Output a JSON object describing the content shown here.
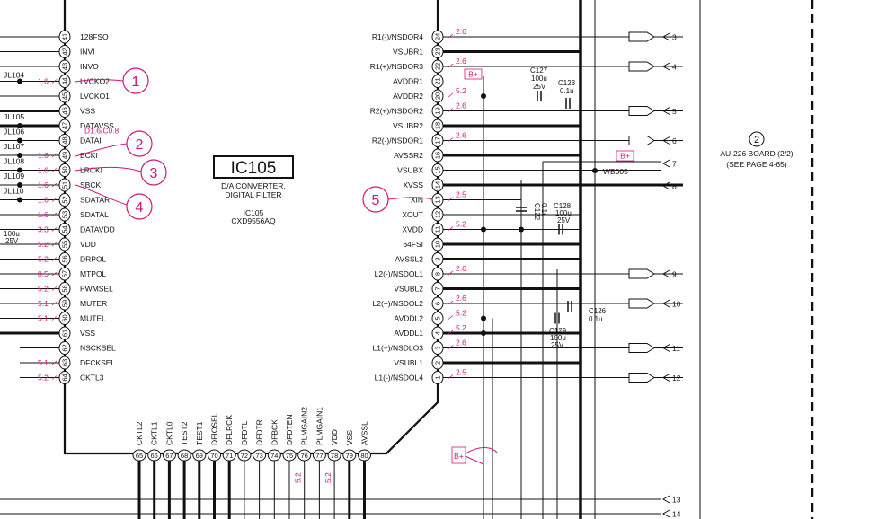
{
  "ic": {
    "ref": "IC105",
    "desc1": "D/A CONVERTER,",
    "desc2": "DIGITAL FILTER",
    "ref2": "IC105",
    "part": "CXD9556AQ"
  },
  "left_pins": [
    {
      "num": "41",
      "name": "128FSO",
      "v": ""
    },
    {
      "num": "42",
      "name": "INVI",
      "v": ""
    },
    {
      "num": "43",
      "name": "INVO",
      "v": ""
    },
    {
      "num": "44",
      "name": "LVCKO2",
      "v": "1.6"
    },
    {
      "num": "45",
      "name": "LVCKO1",
      "v": ""
    },
    {
      "num": "46",
      "name": "VSS",
      "v": ""
    },
    {
      "num": "47",
      "name": "DATAVSS",
      "v": ""
    },
    {
      "num": "48",
      "name": "DATAI",
      "v": "D1.6/C0.8"
    },
    {
      "num": "49",
      "name": "BCKI",
      "v": "1.6"
    },
    {
      "num": "50",
      "name": "LRCKI",
      "v": "1.6"
    },
    {
      "num": "51",
      "name": "SBCKI",
      "v": "1.6"
    },
    {
      "num": "52",
      "name": "SDATAR",
      "v": "1.6"
    },
    {
      "num": "53",
      "name": "SDATAL",
      "v": "1.6"
    },
    {
      "num": "54",
      "name": "DATAVDD",
      "v": "3.3"
    },
    {
      "num": "55",
      "name": "VDD",
      "v": "5.2"
    },
    {
      "num": "56",
      "name": "DRPOL",
      "v": "5.2"
    },
    {
      "num": "57",
      "name": "MTPOL",
      "v": "0.5"
    },
    {
      "num": "58",
      "name": "PWMSEL",
      "v": "5.2"
    },
    {
      "num": "59",
      "name": "MUTER",
      "v": "5.1"
    },
    {
      "num": "60",
      "name": "MUTEL",
      "v": "5.1"
    },
    {
      "num": "61",
      "name": "VSS",
      "v": ""
    },
    {
      "num": "62",
      "name": "NSCKSEL",
      "v": ""
    },
    {
      "num": "63",
      "name": "DFCKSEL",
      "v": "5.1"
    },
    {
      "num": "64",
      "name": "CKTL3",
      "v": "5.2"
    }
  ],
  "right_pins": [
    {
      "num": "24",
      "name": "R1(-)/NSDOR4",
      "v": "2.6"
    },
    {
      "num": "23",
      "name": "VSUBR1",
      "v": ""
    },
    {
      "num": "22",
      "name": "R1(+)/NSDOR3",
      "v": "2.6"
    },
    {
      "num": "21",
      "name": "AVDDR1",
      "v": ""
    },
    {
      "num": "20",
      "name": "AVDDR2",
      "v": "5.2"
    },
    {
      "num": "19",
      "name": "R2(+)/NSDOR2",
      "v": "2.6"
    },
    {
      "num": "18",
      "name": "VSUBR2",
      "v": ""
    },
    {
      "num": "17",
      "name": "R2(-)/NSDOR1",
      "v": "2.6"
    },
    {
      "num": "16",
      "name": "AVSSR2",
      "v": ""
    },
    {
      "num": "15",
      "name": "VSUBX",
      "v": ""
    },
    {
      "num": "14",
      "name": "XVSS",
      "v": ""
    },
    {
      "num": "13",
      "name": "XIN",
      "v": "2.5"
    },
    {
      "num": "12",
      "name": "XOUT",
      "v": ""
    },
    {
      "num": "11",
      "name": "XVDD",
      "v": "5.2"
    },
    {
      "num": "10",
      "name": "64FSI",
      "v": ""
    },
    {
      "num": "9",
      "name": "AVSSL2",
      "v": ""
    },
    {
      "num": "8",
      "name": "L2(-)/NSDOL1",
      "v": "2.6"
    },
    {
      "num": "7",
      "name": "VSUBL2",
      "v": ""
    },
    {
      "num": "6",
      "name": "L2(+)/NSDOL2",
      "v": "2.6"
    },
    {
      "num": "5",
      "name": "AVDDL2",
      "v": "5.2"
    },
    {
      "num": "4",
      "name": "AVDDL1",
      "v": "5.2"
    },
    {
      "num": "3",
      "name": "L1(+)/NSDLO3",
      "v": "2.6"
    },
    {
      "num": "2",
      "name": "VSUBL1",
      "v": ""
    },
    {
      "num": "1",
      "name": "L1(-)/NSDOL4",
      "v": "2.5"
    }
  ],
  "bottom_pins": [
    {
      "num": "65",
      "name": "CKTL2",
      "v": ""
    },
    {
      "num": "66",
      "name": "CKTL1",
      "v": ""
    },
    {
      "num": "67",
      "name": "CKTL0",
      "v": ""
    },
    {
      "num": "68",
      "name": "TEST2",
      "v": ""
    },
    {
      "num": "69",
      "name": "TEST1",
      "v": ""
    },
    {
      "num": "70",
      "name": "DFIOSEL",
      "v": ""
    },
    {
      "num": "71",
      "name": "DFLRCK",
      "v": ""
    },
    {
      "num": "72",
      "name": "DFDTL",
      "v": ""
    },
    {
      "num": "73",
      "name": "DFDTR",
      "v": ""
    },
    {
      "num": "74",
      "name": "DFBCK",
      "v": ""
    },
    {
      "num": "75",
      "name": "DFDTEN",
      "v": ""
    },
    {
      "num": "76",
      "name": "PLMGAIN2",
      "v": "5.2"
    },
    {
      "num": "77",
      "name": "PLMGAIN1",
      "v": ""
    },
    {
      "num": "78",
      "name": "VDD",
      "v": "5.2"
    },
    {
      "num": "79",
      "name": "VSS",
      "v": ""
    },
    {
      "num": "80",
      "name": "AVSSL",
      "v": ""
    }
  ],
  "jumpers": [
    "JL104",
    "JL105",
    "JL106",
    "JL107",
    "JL108",
    "JL109",
    "JL110"
  ],
  "callouts": [
    "1",
    "2",
    "3",
    "4",
    "5"
  ],
  "connectors": [
    "3",
    "4",
    "5",
    "6",
    "7",
    "8",
    "9",
    "10",
    "11",
    "12",
    "13",
    "14"
  ],
  "caps": {
    "c127": [
      "C127",
      "100u",
      "25V"
    ],
    "c123": [
      "C123",
      "0.1u"
    ],
    "c122": [
      "C122",
      "0.1u"
    ],
    "c128": [
      "C128",
      "100u",
      "25V"
    ],
    "c126": [
      "C126",
      "0.1u"
    ],
    "c129": [
      "C129",
      "100u",
      "25V"
    ],
    "left_cap": [
      "100u",
      "25V"
    ]
  },
  "labels": {
    "bplus": "B+",
    "wb005": "WB005",
    "board_num": "2",
    "board_line1": "AU-226 BOARD (2/2)",
    "board_line2": "(SEE PAGE 4-65)"
  },
  "colors": {
    "ink": "#111111",
    "accent": "#d0167a"
  }
}
